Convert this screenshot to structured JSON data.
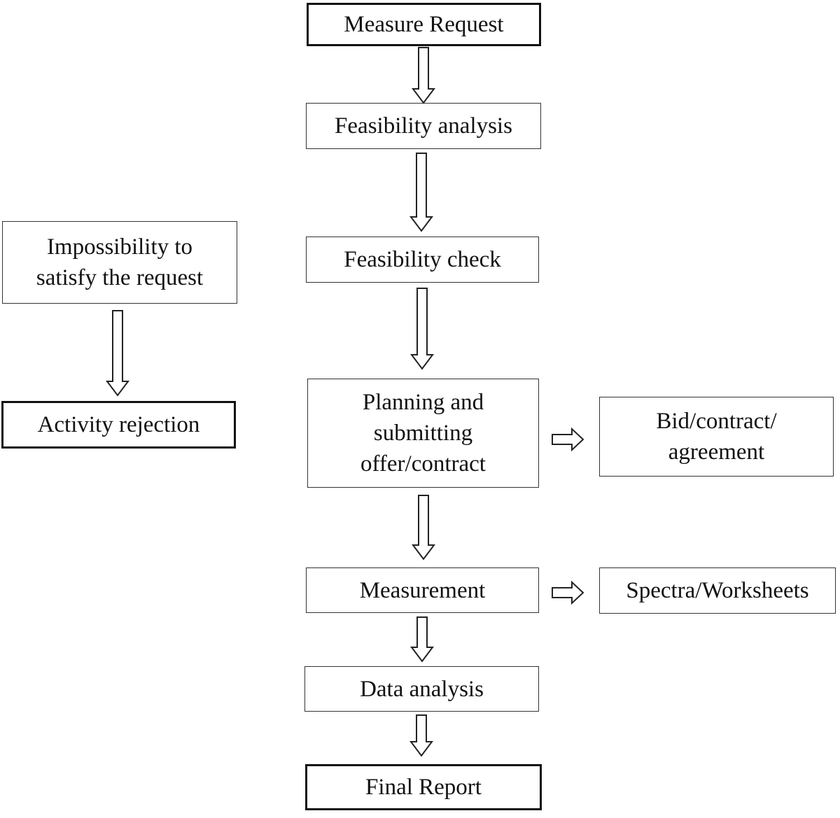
{
  "diagram": {
    "nodes": {
      "measure_request": "Measure Request",
      "feasibility_analysis": "Feasibility analysis",
      "feasibility_check": "Feasibility check",
      "planning": [
        "Planning and",
        "submitting",
        "offer/contract"
      ],
      "measurement": "Measurement",
      "data_analysis": "Data analysis",
      "final_report": "Final Report",
      "impossibility": [
        "Impossibility to",
        "satisfy the request"
      ],
      "activity_rejection": "Activity rejection",
      "bid_contract": [
        "Bid/contract/",
        "agreement"
      ],
      "spectra": "Spectra/Worksheets"
    },
    "edges": [
      {
        "from": "measure_request",
        "to": "feasibility_analysis"
      },
      {
        "from": "feasibility_analysis",
        "to": "feasibility_check"
      },
      {
        "from": "feasibility_check",
        "to": "planning"
      },
      {
        "from": "planning",
        "to": "measurement"
      },
      {
        "from": "measurement",
        "to": "data_analysis"
      },
      {
        "from": "data_analysis",
        "to": "final_report"
      },
      {
        "from": "impossibility",
        "to": "activity_rejection"
      },
      {
        "from": "planning",
        "to": "bid_contract"
      },
      {
        "from": "measurement",
        "to": "spectra"
      }
    ]
  }
}
